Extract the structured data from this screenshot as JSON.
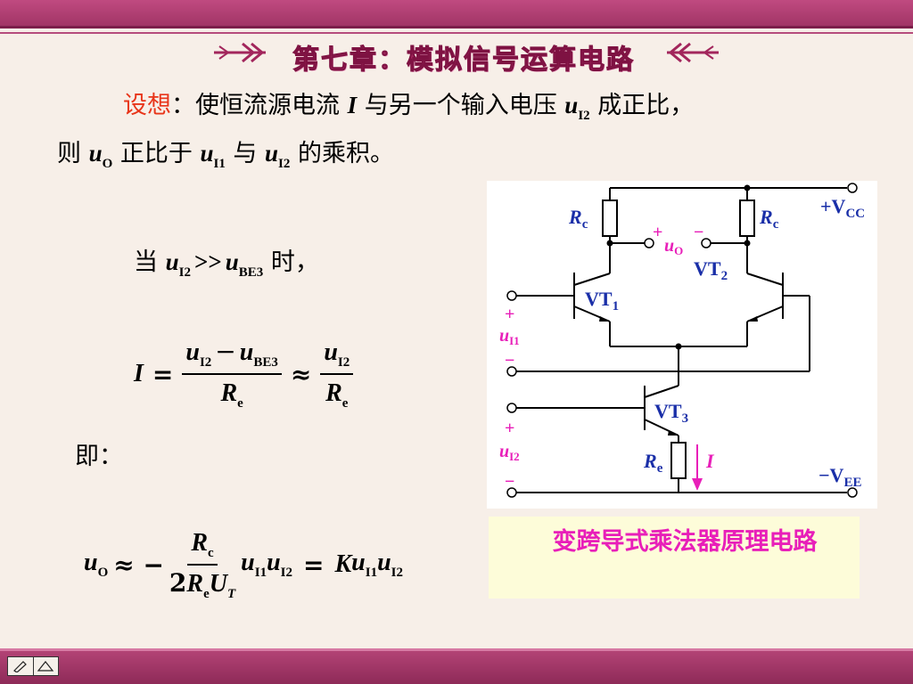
{
  "slide": {
    "title": "第七章：模拟信号运算电路",
    "colors": {
      "accent": "#a2265c",
      "highlight": "#e8351a",
      "caption": "#e81fb9",
      "caption_bg": "#fdfcd9"
    }
  },
  "intro": {
    "lead": "设想",
    "text_a": "：使恒流源电流 ",
    "var_I": "I",
    "text_b": " 与另一个输入电压 ",
    "u": "u",
    "sub_I2": "I2",
    "text_c": " 成正比，",
    "line2_a": "则 ",
    "sub_O": "O",
    "line2_b": " 正比于 ",
    "sub_I1": "I1",
    "line2_c": " 与 ",
    "line2_d": " 的乘积。"
  },
  "condition": {
    "prefix": "当 ",
    "op": ">>",
    "sub_BE3": "BE3",
    "suffix": " 时，"
  },
  "eq_current": {
    "lhs": "I",
    "eq": "=",
    "minus": "−",
    "approx": "≈",
    "R": "R",
    "sub_e": "e"
  },
  "ji": "即：",
  "eq_output": {
    "approx_neg": "≈ −",
    "two": "2",
    "U": "U",
    "sub_T": "T",
    "sub_c": "c",
    "eq": "=",
    "K": "K"
  },
  "circuit": {
    "rc": "R",
    "rc_sub": "c",
    "re": "R",
    "re_sub": "e",
    "vcc": "+V",
    "vcc_sub": "CC",
    "vee": "−V",
    "vee_sub": "EE",
    "vt1": "VT",
    "vt1_sub": "1",
    "vt2": "VT",
    "vt2_sub": "2",
    "vt3": "VT",
    "vt3_sub": "3",
    "uo": "u",
    "uo_sub": "O",
    "ui1": "u",
    "ui1_sub": "I1",
    "ui2": "u",
    "ui2_sub": "I2",
    "plus": "+",
    "minus": "−",
    "current": "I"
  },
  "caption": "变跨导式乘法器原理电路",
  "nav": {
    "prev_icon": "pen-icon",
    "next_icon": "triangle-icon"
  }
}
